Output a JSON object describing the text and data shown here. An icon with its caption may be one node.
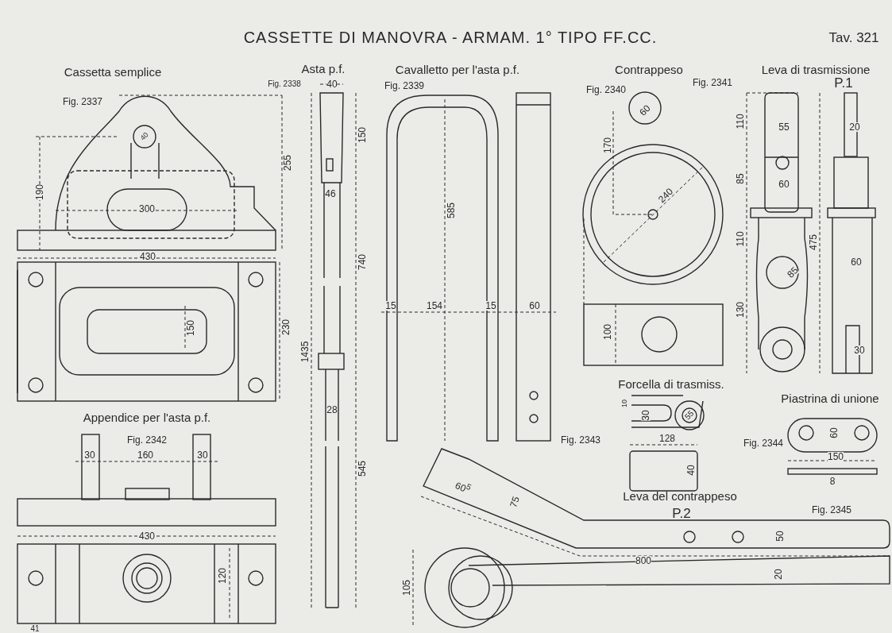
{
  "diagram": {
    "title": "CASSETTE DI MANOVRA - ARMAM. 1° TIPO FF.CC.",
    "labels": [
      "Tav. 321",
      "Cassetta semplice",
      "Fig. 2337",
      "40",
      "190",
      "300",
      "255",
      "430",
      "150",
      "230",
      "Asta p.f.",
      "Fig. 2338",
      "40",
      "150",
      "46",
      "740",
      "1435",
      "28",
      "545",
      "Cavalletto per l'asta p.f.",
      "Fig. 2339",
      "585",
      "15",
      "154",
      "15",
      "60",
      "Contrappeso",
      "Fig. 2340",
      "60",
      "170",
      "240",
      "100",
      "Leva di trasmissione",
      "Fig. 2341",
      "P.1",
      "110",
      "55",
      "20",
      "85",
      "60",
      "110",
      "475",
      "85",
      "60",
      "130",
      "30",
      "Forcella di trasmiss.",
      "Fig. 2343",
      "10",
      "30",
      "55",
      "128",
      "40",
      "Piastrina di unione",
      "Fig. 2344",
      "60",
      "150",
      "8",
      "Appendice per l'asta p.f.",
      "Fig. 2342",
      "30",
      "160",
      "30",
      "430",
      "120",
      "Leva del contrappeso",
      "P.2",
      "Fig. 2345",
      "60$^{5}$",
      "75",
      "50",
      "800",
      "105",
      "20",
      "41"
    ]
  }
}
